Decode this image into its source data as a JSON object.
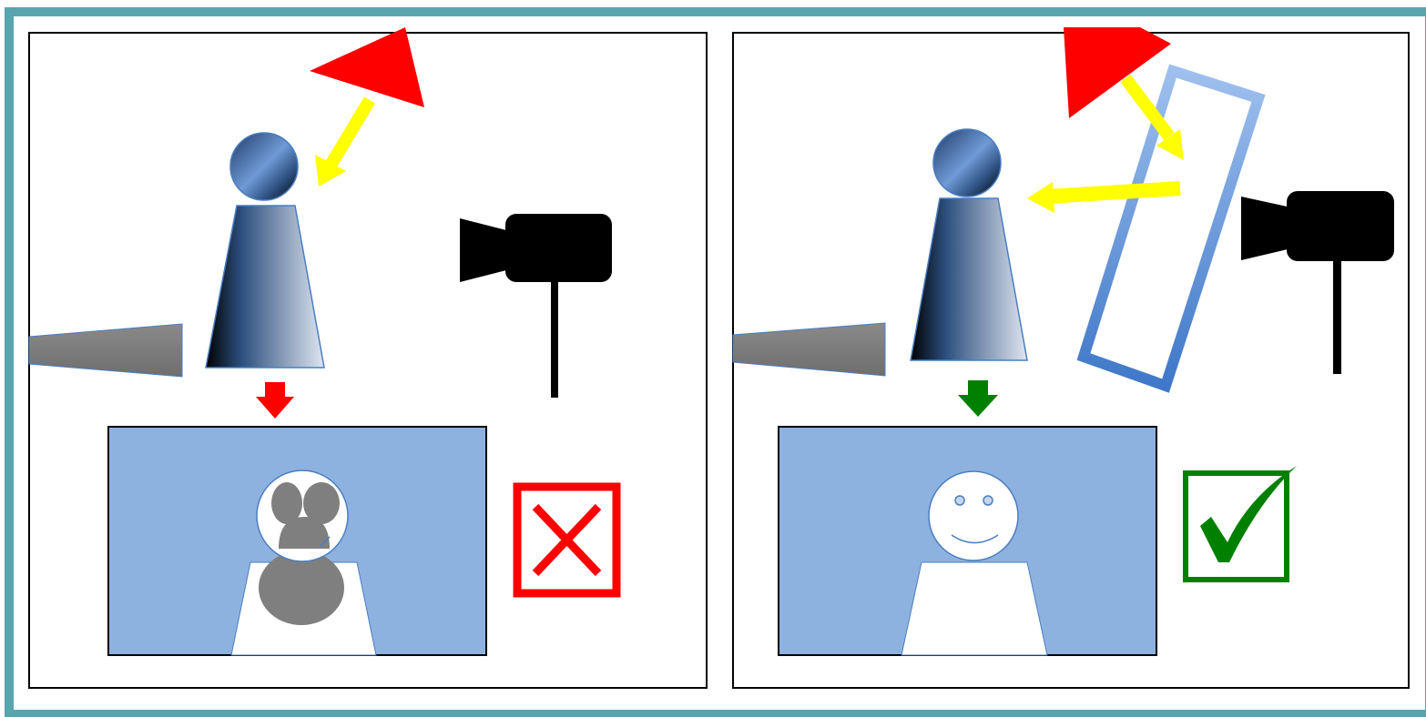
{
  "colors": {
    "frame": "#5aa4ae",
    "panel_border": "#000000",
    "key_light": "#ff0000",
    "light_ray": "#ffff00",
    "fill_light_cone": "#7f7f7f",
    "subject_gradient_light": "#dfe6f0",
    "subject_gradient_dark": "#000000",
    "subject_outline": "#4a7ec0",
    "camera": "#000000",
    "result_background": "#8eb2e0",
    "reflector_outline": "#4a7ec0",
    "shadow": "#7f7f7f",
    "bad_mark": "#ff0000",
    "good_mark": "#008000"
  },
  "panels": [
    {
      "id": "without-reflector",
      "has_reflector": false,
      "result_face": "shadowed",
      "verdict": "incorrect",
      "verdict_icon": "cross-icon",
      "arrow_color": "#ff0000"
    },
    {
      "id": "with-reflector",
      "has_reflector": true,
      "result_face": "smiling",
      "verdict": "correct",
      "verdict_icon": "checkmark-icon",
      "arrow_color": "#008000"
    }
  ]
}
